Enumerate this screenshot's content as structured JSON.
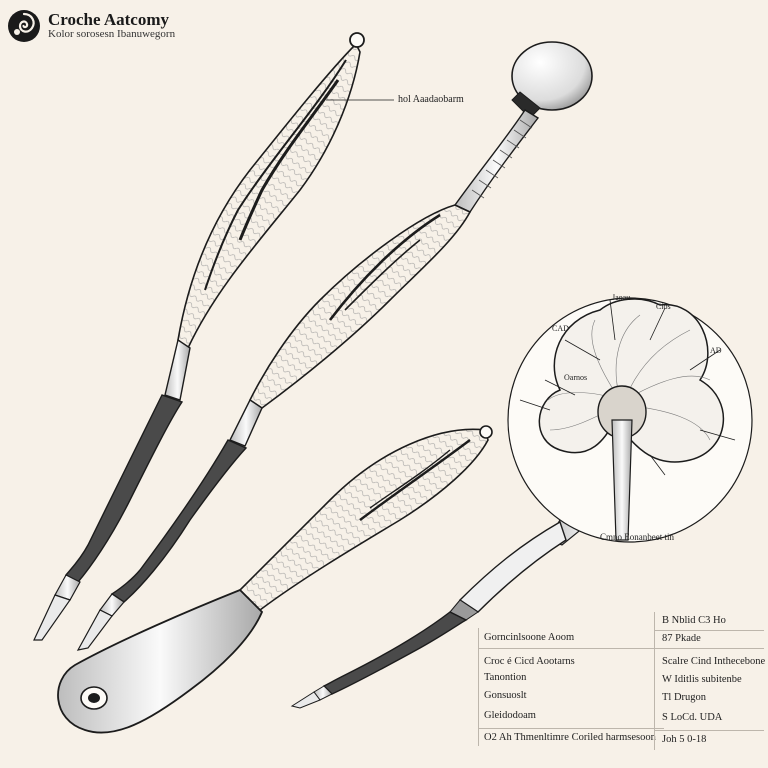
{
  "header": {
    "title": "Croche Aatcomy",
    "subtitle": "Kolor sorosesn Ibanuwegorn",
    "logo_icon": "coiled-shell-logo"
  },
  "callouts": {
    "handle_label": "hol Aaadaobarm",
    "inset_caption": "Cmno Eonanbeet tin",
    "inset_labels": [
      "Jaoau",
      "CAD",
      "Oarnos",
      "Cios",
      "AD"
    ]
  },
  "table_left": {
    "rows": [
      "Gorncinlsoone Aoom",
      "Croc é Cicd Aootarns",
      "Tanontion",
      "Gonsuoslt",
      "Gleidodoam",
      "O2 Ah Thmenltimre Coriled harmsesoon"
    ]
  },
  "table_right": {
    "rows": [
      "B Nblid C3 Ho",
      "87 Pkade",
      "Scalre Cind Inthecebone",
      "W Iditlis subitenbe",
      "Tl Drugon",
      "S LoCd. UDA",
      "Joh 5 0-18"
    ]
  },
  "colors": {
    "background": "#f7f1e8",
    "ink": "#1c1c1c",
    "handle": "#4a4a4a",
    "metal": "#e8e8e8"
  }
}
